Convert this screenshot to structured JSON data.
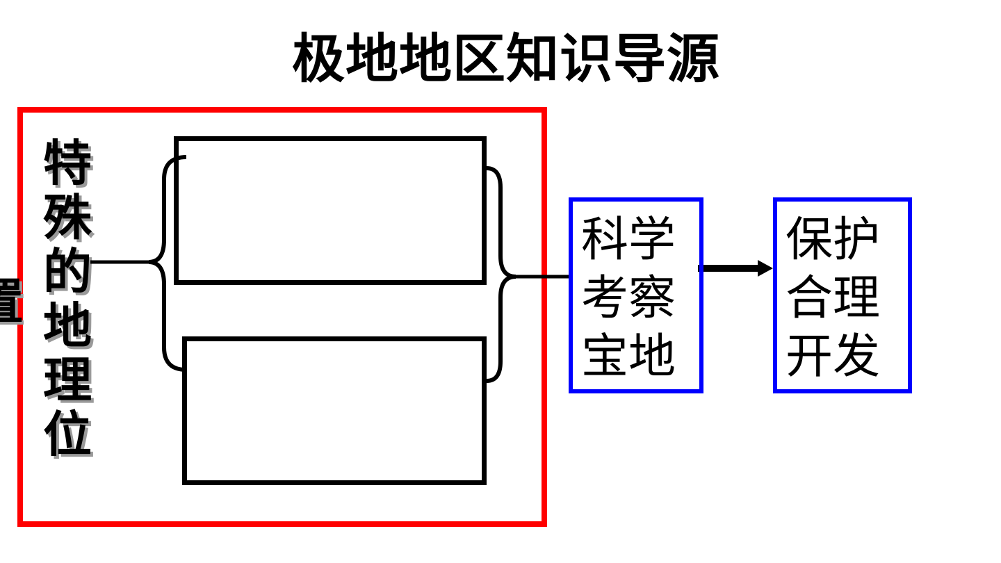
{
  "title": "极地地区知识导源",
  "left_panel": {
    "vertical_label": "特殊的地理位",
    "cut_off_char": "置"
  },
  "branch_boxes": {
    "top_text": "",
    "bottom_text": ""
  },
  "flow_boxes": {
    "science_label": "科学考察宝地",
    "protect_label": "保护合理开发"
  },
  "colors": {
    "outer_frame": "#ff0000",
    "flow_box_border": "#0000ff",
    "text": "#000000",
    "text_shadow": "#9a9a9a"
  }
}
